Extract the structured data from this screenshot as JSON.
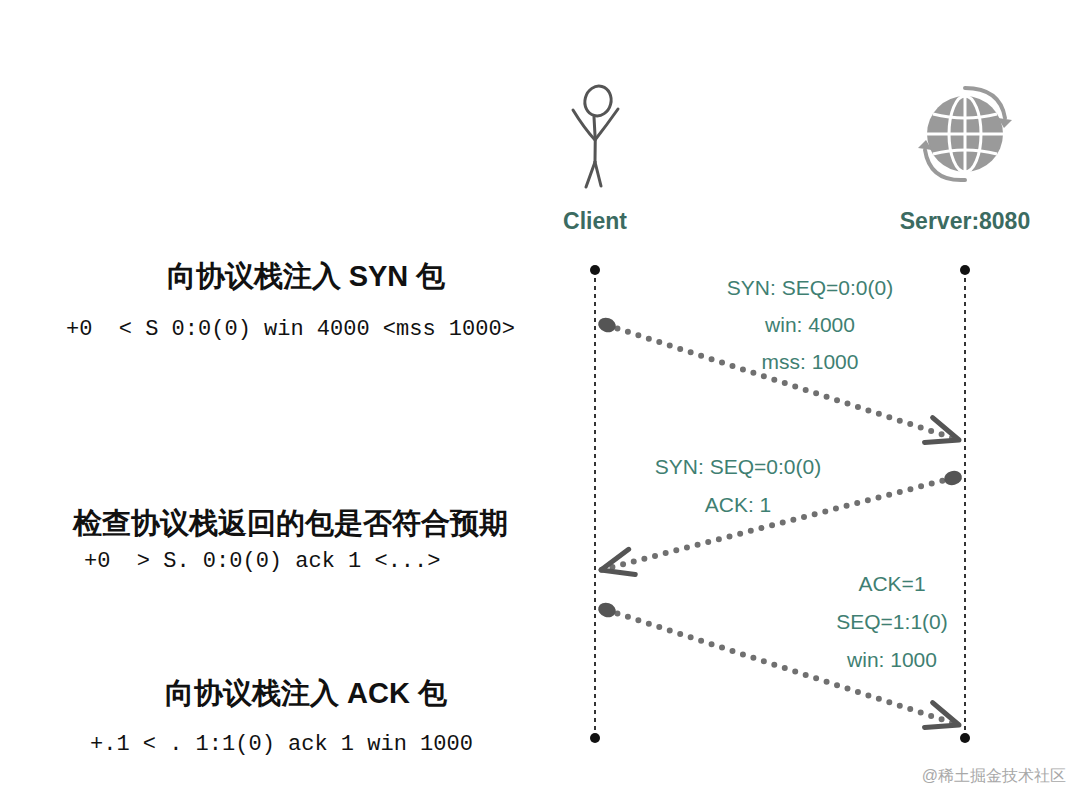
{
  "diagram": {
    "nodes": [
      {
        "text": [
          "Client"
        ]
      },
      {
        "text": [
          "Server:8080"
        ]
      }
    ],
    "edges": [
      {
        "from": 0,
        "to": 1,
        "arrow": "to"
      },
      {
        "from": 1,
        "to": 0,
        "arrow": "to"
      },
      {
        "from": 0,
        "to": 1,
        "arrow": "to"
      }
    ],
    "labels": [
      "SYN: SEQ=0:0(0)",
      "win: 4000",
      "mss: 1000",
      "向协议栈注入 SYN 包",
      "+0  < S 0:0(0) win 4000 <mss 1000>",
      "SYN: SEQ=0:0(0)",
      "ACK: 1",
      "检查协议栈返回的包是否符合预期",
      "+0  > S. 0:0(0) ack 1 <...>",
      "ACK=1",
      "SEQ=1:1(0)",
      "win: 1000",
      "向协议栈注入 ACK 包",
      "+.1 < . 1:1(0) ack 1 win 1000",
      "@稀土掘金技术社区"
    ]
  }
}
